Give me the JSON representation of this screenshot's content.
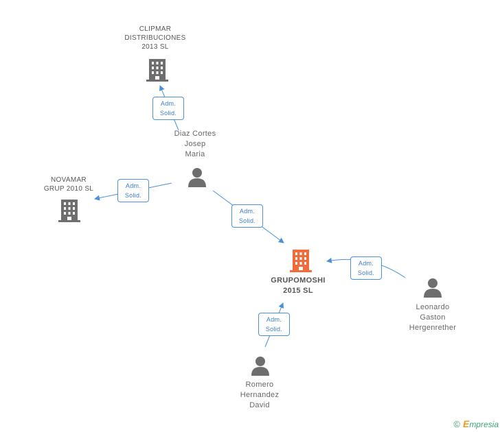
{
  "nodes": {
    "clipmar": [
      "CLIPMAR",
      "DISTRIBUCIONES",
      "2013 SL"
    ],
    "novamar": [
      "NOVAMAR",
      "GRUP 2010 SL"
    ],
    "grupomoshi": [
      "GRUPOMOSHI",
      "2015 SL"
    ],
    "diaz": [
      "Diaz Cortes",
      "Josep",
      "Maria"
    ],
    "leonardo": [
      "Leonardo",
      "Gaston",
      "Hergenrether"
    ],
    "romero": [
      "Romero",
      "Hernandez",
      "David"
    ]
  },
  "relations": {
    "r1": [
      "Adm.",
      "Solid."
    ],
    "r2": [
      "Adm.",
      "Solid."
    ],
    "r3": [
      "Adm.",
      "Solid."
    ],
    "r4": [
      "Adm.",
      "Solid."
    ],
    "r5": [
      "Adm.",
      "Solid."
    ]
  },
  "footer": {
    "copyright": "©",
    "brand_first": "E",
    "brand_rest": "mpresia"
  },
  "colors": {
    "company": "#6e6e6e",
    "main_company": "#f26b3a",
    "person": "#6e6e6e",
    "link": "#4a90d9"
  }
}
